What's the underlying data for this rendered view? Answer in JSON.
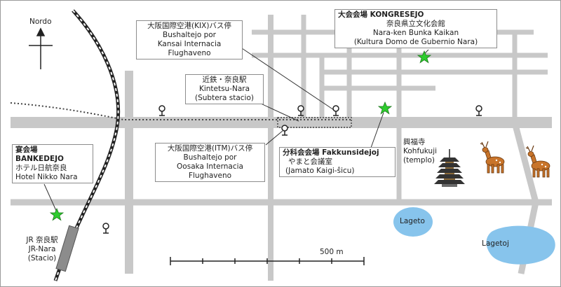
{
  "north": {
    "label": "Nordo"
  },
  "scale": {
    "label": "500 m"
  },
  "venues": {
    "kongresejo": {
      "title": "大会会場 KONGRESEJO",
      "line1": "奈良県立文化会館",
      "line2": "Nara-ken Bunka Kaikan",
      "line3": "(Kultura Domo de Gubernio Nara)"
    },
    "fakkunsidejoj": {
      "title": "分科会会場 Fakkunsidejoj",
      "line1": "やまと会議室",
      "line2": "(Jamato Kaigi-ŝicu)"
    },
    "bankedejo": {
      "title1": "宴会場",
      "title2": "BANKEDEJO",
      "line1": "ホテル日航奈良",
      "line2": "Hotel Nikko Nara"
    }
  },
  "bus_stops": {
    "kix": {
      "line1": "大阪国際空港(KIX)バス停",
      "line2": "Bushaltejo por",
      "line3": "Kansai Internacia",
      "line4": "Flughaveno"
    },
    "itm": {
      "line1": "大阪国際空港(ITM)バス停",
      "line2": "Bushaltejo por",
      "line3": "Oosaka Internacia",
      "line4": "Flughaveno"
    }
  },
  "stations": {
    "kintetsu": {
      "line1": "近鉄・奈良駅",
      "line2": "Kintetsu-Nara",
      "line3": "(Subtera stacio)"
    },
    "jr": {
      "line1": "JR 奈良駅",
      "line2": "JR-Nara",
      "line3": "(Stacio)"
    }
  },
  "temple": {
    "line1": "興福寺",
    "line2": "Kohfukuji",
    "line3": "(templo)"
  },
  "lakes": {
    "small": "Lageto",
    "large": "Lagetoj"
  },
  "colors": {
    "road": "#c8c8c8",
    "lake": "#87c4ec",
    "venue_star": "#2dcc2d",
    "railway": "#222222",
    "deer": "#c8742a"
  }
}
